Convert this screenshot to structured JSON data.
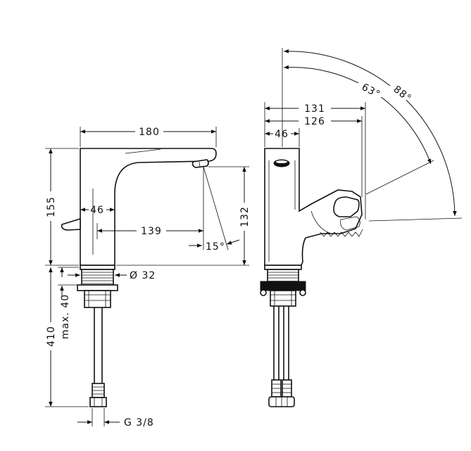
{
  "labels": {
    "spout_width": "180",
    "total_height": "155",
    "body_width_front": "46",
    "projection": "139",
    "spout_height": "132",
    "spray_angle": "15°",
    "thread_diameter": "Ø 32",
    "max_thickness": "max. 40",
    "hose_length": "410",
    "connection": "G 3/8",
    "depth_total": "131",
    "depth_body": "126",
    "body_width_side": "46",
    "lever_angle_1": "63°",
    "lever_angle_2": "88°"
  }
}
